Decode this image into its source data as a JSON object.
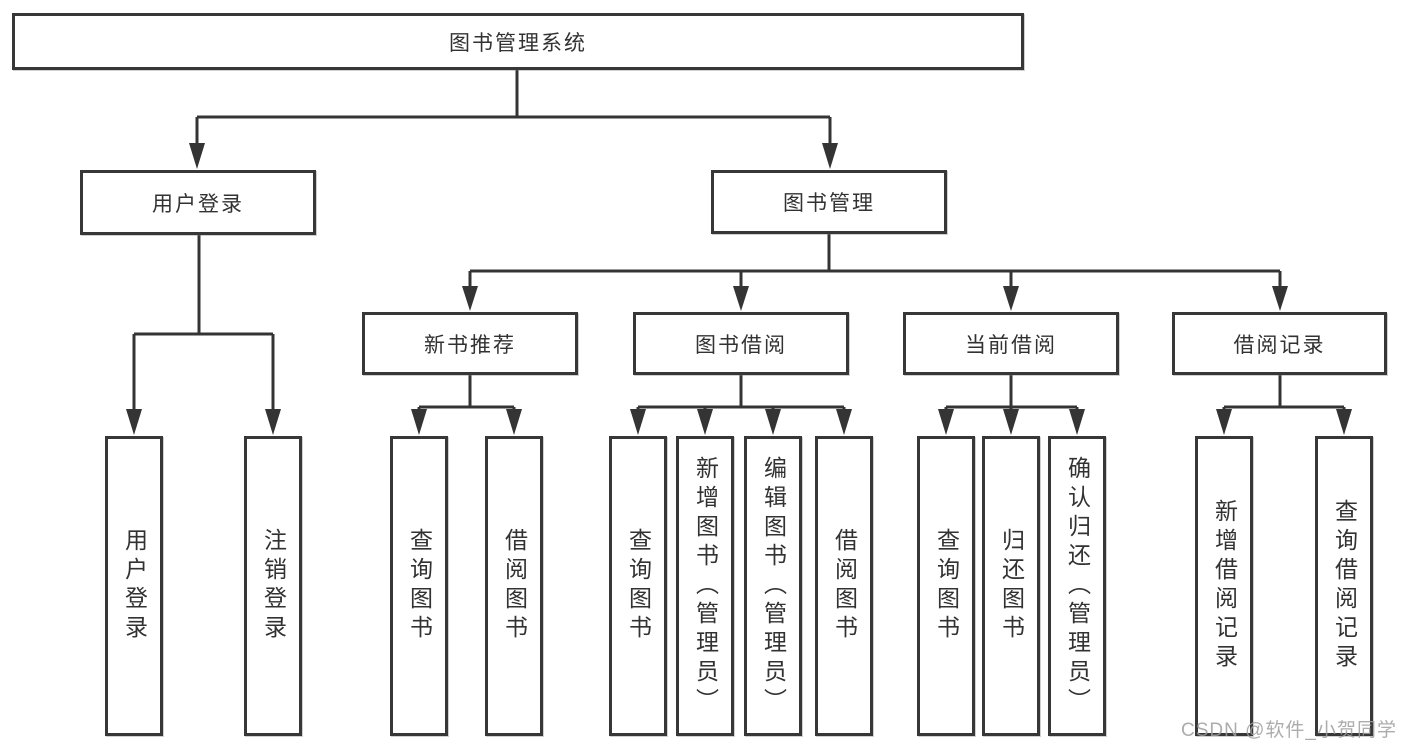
{
  "diagram": {
    "title": "图书管理系统",
    "tree": {
      "root": "图书管理系统",
      "branches": [
        {
          "label": "用户登录",
          "children": [
            "用户登录",
            "注销登录"
          ]
        },
        {
          "label": "图书管理",
          "groups": [
            {
              "label": "新书推荐",
              "children": [
                "查询图书",
                "借阅图书"
              ]
            },
            {
              "label": "图书借阅",
              "children": [
                "查询图书",
                "新增图书（管理员）",
                "编辑图书（管理员）",
                "借阅图书"
              ]
            },
            {
              "label": "当前借阅",
              "children": [
                "查询图书",
                "归还图书",
                "确认归还（管理员）"
              ]
            },
            {
              "label": "借阅记录",
              "children": [
                "新增借阅记录",
                "查询借阅记录"
              ]
            }
          ]
        }
      ]
    },
    "colors": {
      "line": "#343434",
      "box_border": "#373737",
      "text": "#323232",
      "background": "#ffffff",
      "watermark": "#9e9e9e"
    }
  },
  "watermark": {
    "text": "CSDN @软件_小贺同学"
  }
}
